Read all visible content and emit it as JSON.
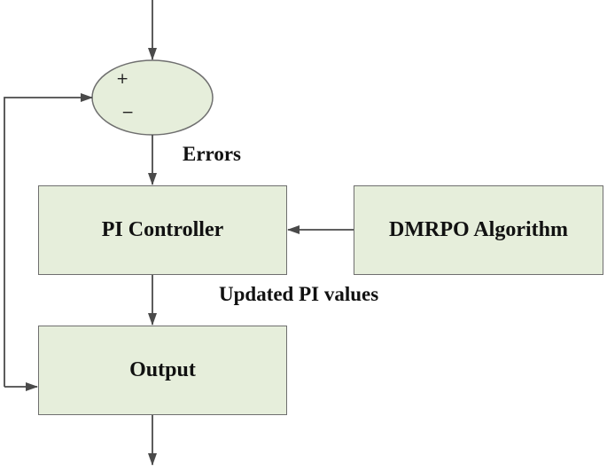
{
  "diagram": {
    "nodes": {
      "summing_junction": {
        "plus": "+",
        "minus": "−"
      },
      "pi_controller": {
        "label": "PI Controller"
      },
      "algorithm": {
        "label": "DMRPO Algorithm"
      },
      "output": {
        "label": "Output"
      }
    },
    "edge_labels": {
      "errors": "Errors",
      "updated_pi_values": "Updated PI values"
    },
    "colors": {
      "box_fill": "#e6eedb",
      "box_border": "#6f6f6f",
      "line": "#4a4a4a"
    }
  }
}
